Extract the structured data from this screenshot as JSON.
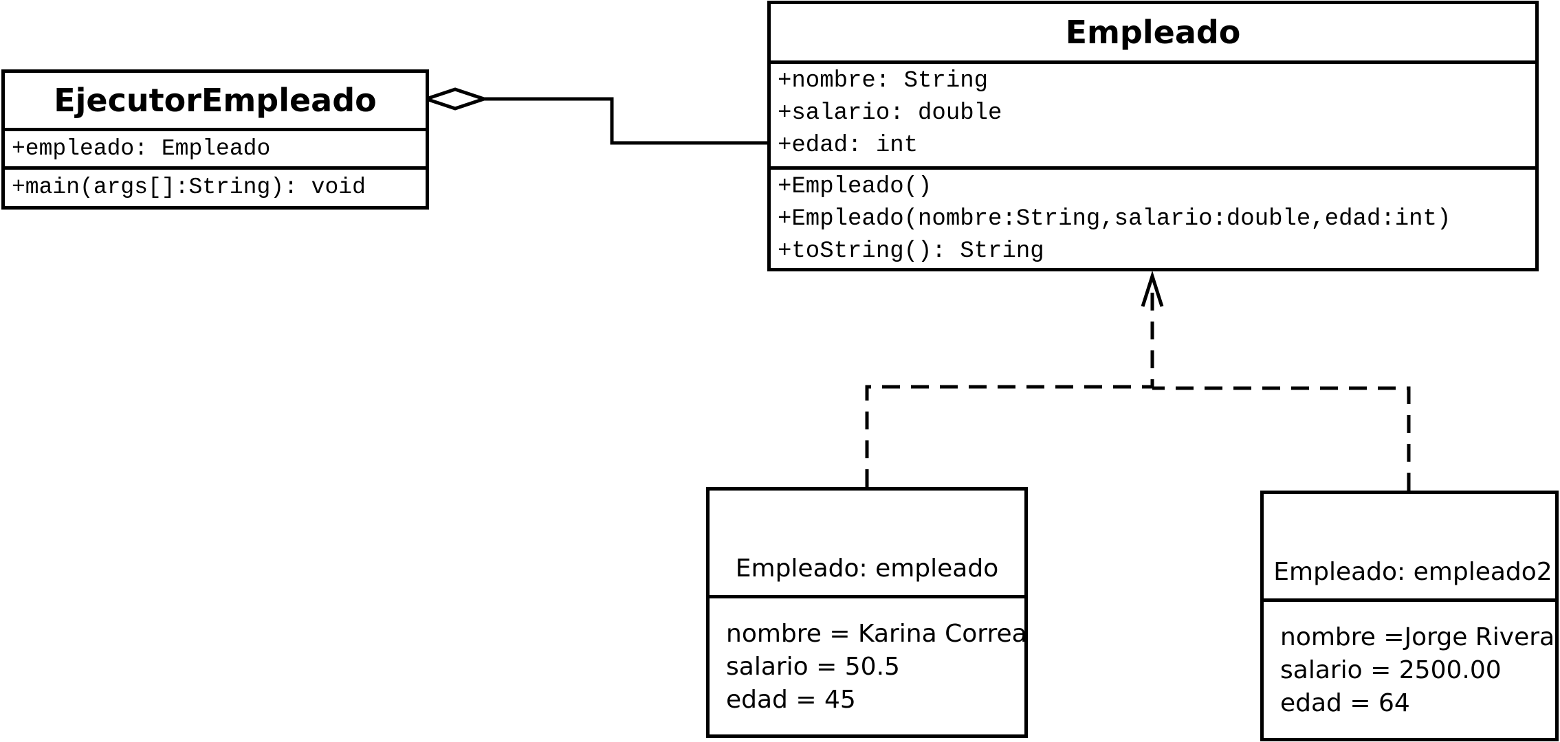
{
  "classes": {
    "ejecutor": {
      "name": "EjecutorEmpleado",
      "attributes": [
        "+empleado: Empleado"
      ],
      "operations": [
        "+main(args[]:String): void"
      ]
    },
    "empleado": {
      "name": "Empleado",
      "attributes": [
        "+nombre: String",
        "+salario: double",
        "+edad: int"
      ],
      "operations": [
        "+Empleado()",
        "+Empleado(nombre:String,salario:double,edad:int)",
        "+toString(): String"
      ]
    }
  },
  "objects": {
    "empleado": {
      "title": "Empleado: empleado",
      "slots": [
        "nombre = Karina Correa",
        "salario = 50.5",
        "edad = 45"
      ]
    },
    "empleado2": {
      "title": "Empleado: empleado2",
      "slots": [
        "nombre =Jorge Rivera",
        "salario = 2500.00",
        "edad = 64"
      ]
    }
  },
  "relationships": [
    {
      "type": "aggregation",
      "whole": "EjecutorEmpleado",
      "part": "Empleado"
    },
    {
      "type": "instantiation",
      "from": "Empleado: empleado",
      "to": "Empleado"
    },
    {
      "type": "instantiation",
      "from": "Empleado: empleado2",
      "to": "Empleado"
    }
  ]
}
